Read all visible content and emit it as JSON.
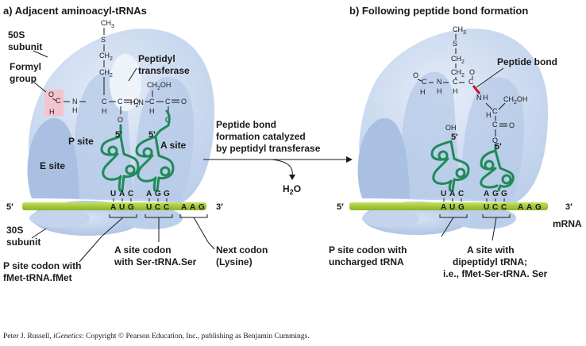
{
  "panel_a": {
    "title": "a) Adjacent aminoacyl-tRNAs",
    "subunit_50s": [
      "50S",
      "subunit"
    ],
    "formyl_group": [
      "Formyl",
      "group"
    ],
    "peptidyl_transferase": [
      "Peptidyl",
      "transferase"
    ],
    "p_site": "P site",
    "a_site": "A site",
    "e_site": "E site",
    "five_prime": "5′",
    "three_prime": "3′",
    "trna_five_prime": "5'",
    "subunit_30s": [
      "30S",
      "subunit"
    ],
    "p_codon_label": [
      "P site codon with",
      "fMet-tRNA.fMet"
    ],
    "a_codon_label": [
      "A site codon",
      "with Ser-tRNA.Ser"
    ],
    "next_codon_label": [
      "Next codon",
      "(Lysine)"
    ],
    "anticodon_p": [
      "U",
      "A",
      "C"
    ],
    "anticodon_a": [
      "A",
      "G",
      "G"
    ],
    "codon_p": [
      "A",
      "U",
      "G"
    ],
    "codon_a": [
      "U",
      "C",
      "C"
    ],
    "codon_next": [
      "A",
      "A",
      "G"
    ],
    "chem": {
      "ch3": "CH",
      "s": "S",
      "ch2": "CH",
      "sub2": "2",
      "sub3": "3",
      "o": "O",
      "c": "C",
      "h": "H",
      "n": "N",
      "h2n": "H",
      "ch2oh": "CH",
      "oh_tail": "OH"
    }
  },
  "panel_b": {
    "title": "b) Following peptide bond formation",
    "peptide_bond": "Peptide bond",
    "five_prime": "5′",
    "three_prime": "3′",
    "mrna": "mRNA",
    "oh": "OH",
    "trna_five_prime": "5'",
    "p_codon_label": [
      "P site codon with",
      "uncharged tRNA"
    ],
    "a_site_label": [
      "A site with",
      "dipeptidyl tRNA;",
      "i.e., fMet-Ser-tRNA. Ser"
    ],
    "anticodon_p": [
      "U",
      "A",
      "C"
    ],
    "anticodon_a": [
      "A",
      "G",
      "G"
    ],
    "codon_p": [
      "A",
      "U",
      "G"
    ],
    "codon_a": [
      "U",
      "C",
      "C"
    ],
    "codon_next": [
      "A",
      "A",
      "G"
    ]
  },
  "middle": {
    "reaction": [
      "Peptide bond",
      "formation catalyzed",
      "by peptidyl transferase"
    ],
    "water": "H",
    "water_sub": "2",
    "water_o": "O"
  },
  "credit": {
    "author": "Peter J. Russell, ",
    "book": "iGenetics",
    "rest": ": Copyright © Pearson Education, Inc., publishing as Benjamin Cummings."
  },
  "colors": {
    "ribosome": "#c8d8ef",
    "ribosome_dark": "#a9c0e2",
    "ribosome_light": "#e2ebf7",
    "mrna": "#a6c93a",
    "trna": "#1f8a5a",
    "formyl_highlight": "#f2c4cf",
    "peptide_bond": "#c8102e"
  }
}
